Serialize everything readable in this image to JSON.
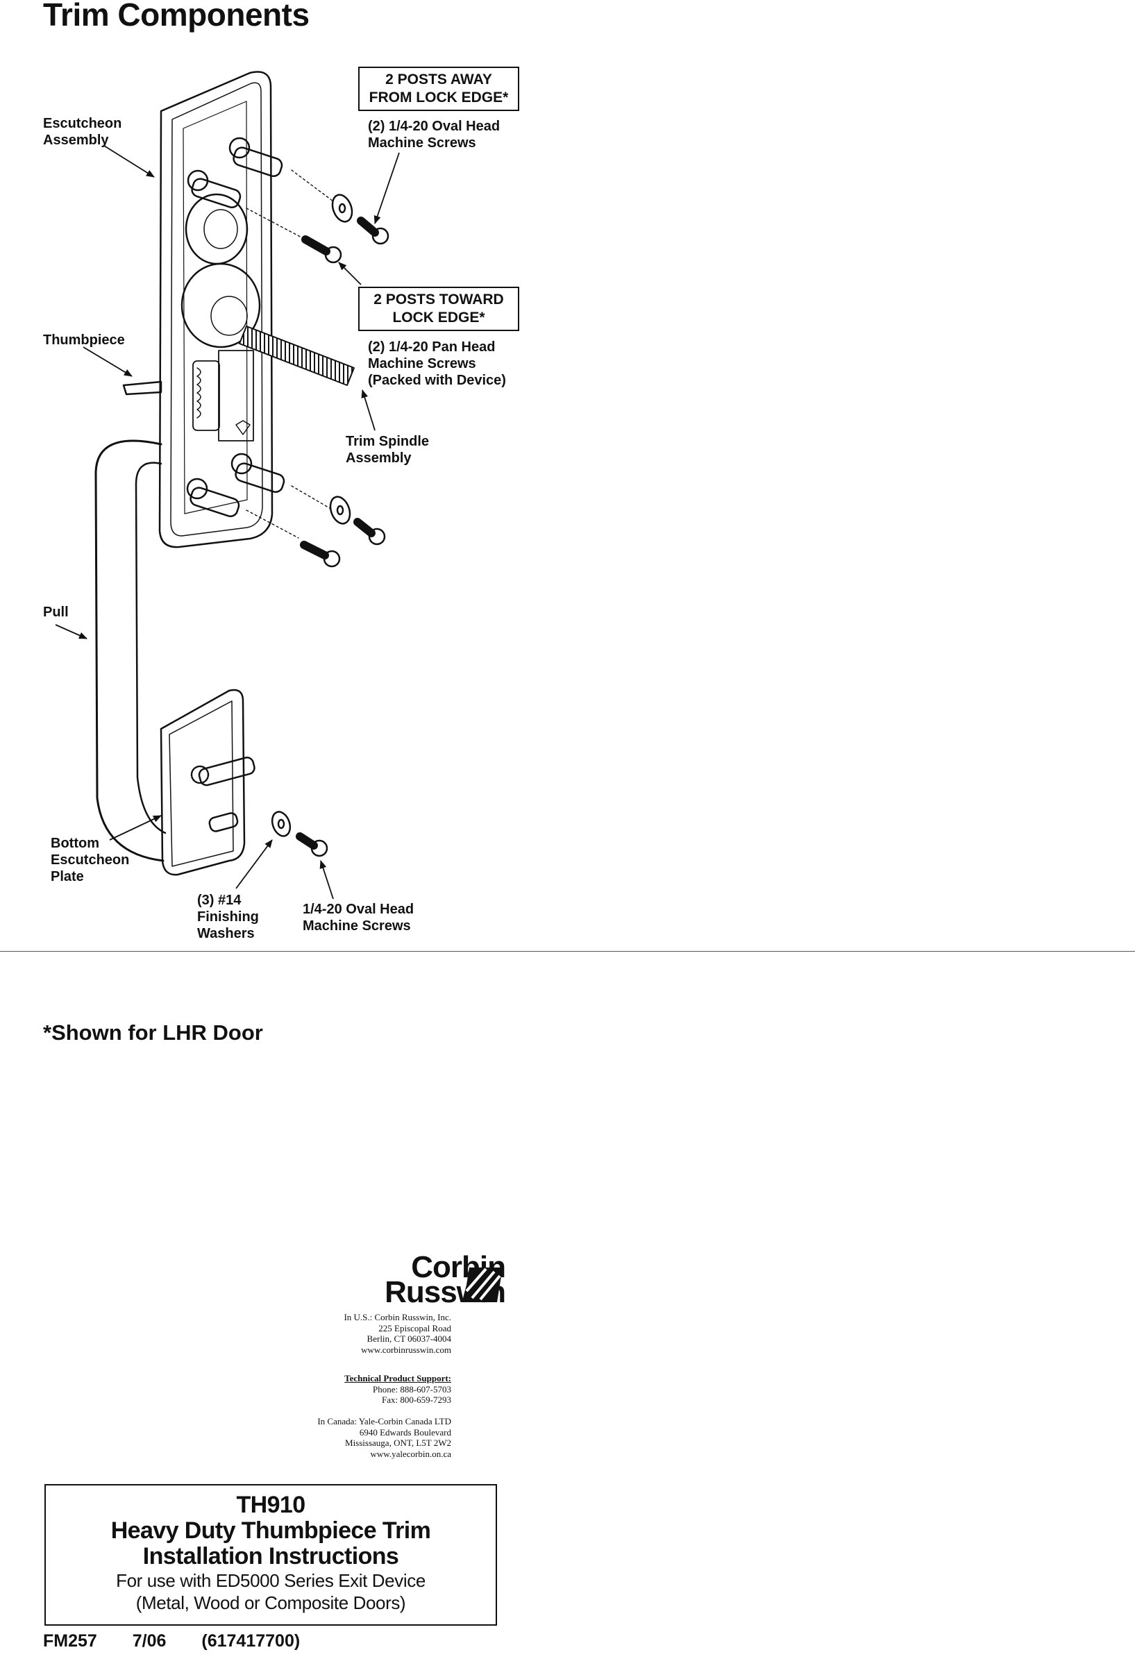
{
  "page": {
    "title": "Trim Components",
    "note": "*Shown for LHR Door"
  },
  "callouts": {
    "escutcheon_assembly": [
      "Escutcheon",
      "Assembly"
    ],
    "thumbpiece": "Thumbpiece",
    "pull": "Pull",
    "bottom_escutcheon_plate": [
      "Bottom",
      "Escutcheon",
      "Plate"
    ],
    "finishing_washers": [
      "(3) #14",
      "Finishing",
      "Washers"
    ],
    "oval_head_bottom": [
      "1/4-20 Oval Head",
      "Machine Screws"
    ],
    "posts_away_box": [
      "2 POSTS AWAY",
      "FROM LOCK EDGE*"
    ],
    "posts_away_screws": [
      "(2) 1/4-20 Oval Head",
      "Machine Screws"
    ],
    "posts_toward_box": [
      "2 POSTS TOWARD",
      "LOCK EDGE*"
    ],
    "posts_toward_screws": [
      "(2) 1/4-20 Pan Head",
      "Machine Screws",
      "(Packed with Device)"
    ],
    "trim_spindle": [
      "Trim Spindle",
      "Assembly"
    ]
  },
  "company": {
    "logo_line1": "Corbin",
    "logo_line2": "Russwin",
    "us_lines": [
      "In U.S.:  Corbin Russwin, Inc.",
      "225 Episcopal Road",
      "Berlin, CT 06037-4004",
      "www.corbinrusswin.com"
    ],
    "support_heading": "Technical Product Support:",
    "support_lines": [
      "Phone:  888-607-5703",
      "Fax:  800-659-7293"
    ],
    "canada_lines": [
      "In Canada:  Yale-Corbin Canada LTD",
      "6940 Edwards Boulevard",
      "Mississauga, ONT, L5T 2W2",
      "www.yalecorbin.on.ca"
    ]
  },
  "product": {
    "model": "TH910",
    "name_line1": "Heavy Duty Thumbpiece Trim",
    "name_line2": "Installation Instructions",
    "use_line1": "For use with ED5000 Series Exit Device",
    "use_line2": "(Metal, Wood or Composite Doors)"
  },
  "footer": {
    "form": "FM257",
    "date": "7/06",
    "part": "(617417700)"
  }
}
